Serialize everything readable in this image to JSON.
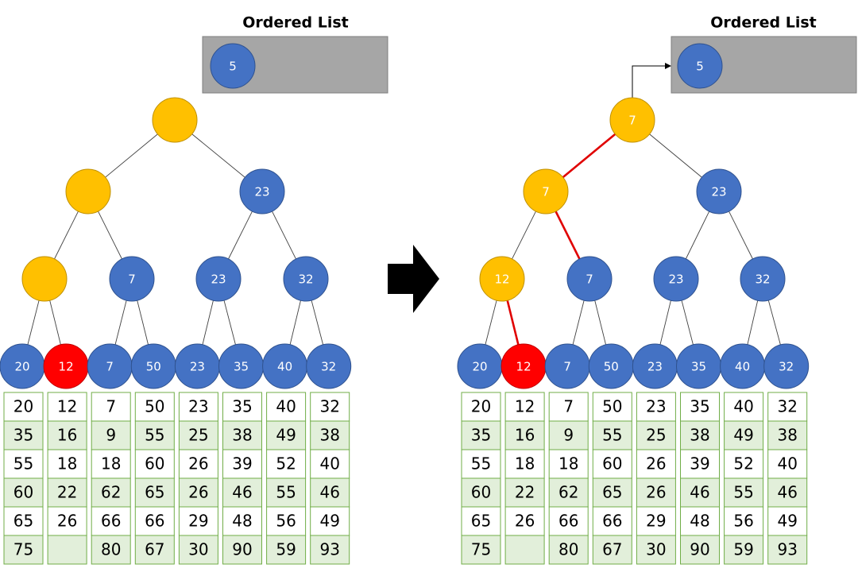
{
  "colors": {
    "blue": "#4472C4",
    "yellow": "#FFC000",
    "red": "#FF0000",
    "box_gray": "#A6A6A6",
    "cell_green": "#E2EFDA",
    "cell_border": "#70AD47",
    "edge_gray": "#404040",
    "edge_red": "#E00000"
  },
  "arrow_icon": "right-arrow-icon",
  "panels": [
    {
      "ordered_list": {
        "title": "Ordered List",
        "items": [
          "5"
        ]
      },
      "tree": {
        "root": {
          "label": "",
          "color": "yellow"
        },
        "level1": [
          {
            "label": "",
            "color": "yellow"
          },
          {
            "label": "23",
            "color": "blue"
          }
        ],
        "level2": [
          {
            "label": "",
            "color": "yellow"
          },
          {
            "label": "7",
            "color": "blue"
          },
          {
            "label": "23",
            "color": "blue"
          },
          {
            "label": "32",
            "color": "blue"
          }
        ],
        "leaves": [
          {
            "label": "20",
            "color": "blue"
          },
          {
            "label": "12",
            "color": "red"
          },
          {
            "label": "7",
            "color": "blue"
          },
          {
            "label": "50",
            "color": "blue"
          },
          {
            "label": "23",
            "color": "blue"
          },
          {
            "label": "35",
            "color": "blue"
          },
          {
            "label": "40",
            "color": "blue"
          },
          {
            "label": "32",
            "color": "blue"
          }
        ],
        "highlight_path": [],
        "output_arrow": false
      },
      "columns": [
        [
          "20",
          "35",
          "55",
          "60",
          "65",
          "75"
        ],
        [
          "12",
          "16",
          "18",
          "22",
          "26",
          ""
        ],
        [
          "7",
          "9",
          "18",
          "62",
          "66",
          "80"
        ],
        [
          "50",
          "55",
          "60",
          "65",
          "66",
          "67"
        ],
        [
          "23",
          "25",
          "26",
          "26",
          "29",
          "30"
        ],
        [
          "35",
          "38",
          "39",
          "46",
          "48",
          "90"
        ],
        [
          "40",
          "49",
          "52",
          "55",
          "56",
          "59"
        ],
        [
          "32",
          "38",
          "40",
          "46",
          "49",
          "93"
        ]
      ]
    },
    {
      "ordered_list": {
        "title": "Ordered List",
        "items": [
          "5"
        ]
      },
      "tree": {
        "root": {
          "label": "7",
          "color": "yellow"
        },
        "level1": [
          {
            "label": "7",
            "color": "yellow"
          },
          {
            "label": "23",
            "color": "blue"
          }
        ],
        "level2": [
          {
            "label": "12",
            "color": "yellow"
          },
          {
            "label": "7",
            "color": "blue"
          },
          {
            "label": "23",
            "color": "blue"
          },
          {
            "label": "32",
            "color": "blue"
          }
        ],
        "leaves": [
          {
            "label": "20",
            "color": "blue"
          },
          {
            "label": "12",
            "color": "red"
          },
          {
            "label": "7",
            "color": "blue"
          },
          {
            "label": "50",
            "color": "blue"
          },
          {
            "label": "23",
            "color": "blue"
          },
          {
            "label": "35",
            "color": "blue"
          },
          {
            "label": "40",
            "color": "blue"
          },
          {
            "label": "32",
            "color": "blue"
          }
        ],
        "highlight_path": [
          "root-l1-0",
          "l1-0-l2-1",
          "l2-0-leaf-1"
        ],
        "output_arrow": true
      },
      "columns": [
        [
          "20",
          "35",
          "55",
          "60",
          "65",
          "75"
        ],
        [
          "12",
          "16",
          "18",
          "22",
          "26",
          ""
        ],
        [
          "7",
          "9",
          "18",
          "62",
          "66",
          "80"
        ],
        [
          "50",
          "55",
          "60",
          "65",
          "66",
          "67"
        ],
        [
          "23",
          "25",
          "26",
          "26",
          "29",
          "30"
        ],
        [
          "35",
          "38",
          "39",
          "46",
          "48",
          "90"
        ],
        [
          "40",
          "49",
          "52",
          "55",
          "56",
          "59"
        ],
        [
          "32",
          "38",
          "40",
          "46",
          "49",
          "93"
        ]
      ]
    }
  ]
}
